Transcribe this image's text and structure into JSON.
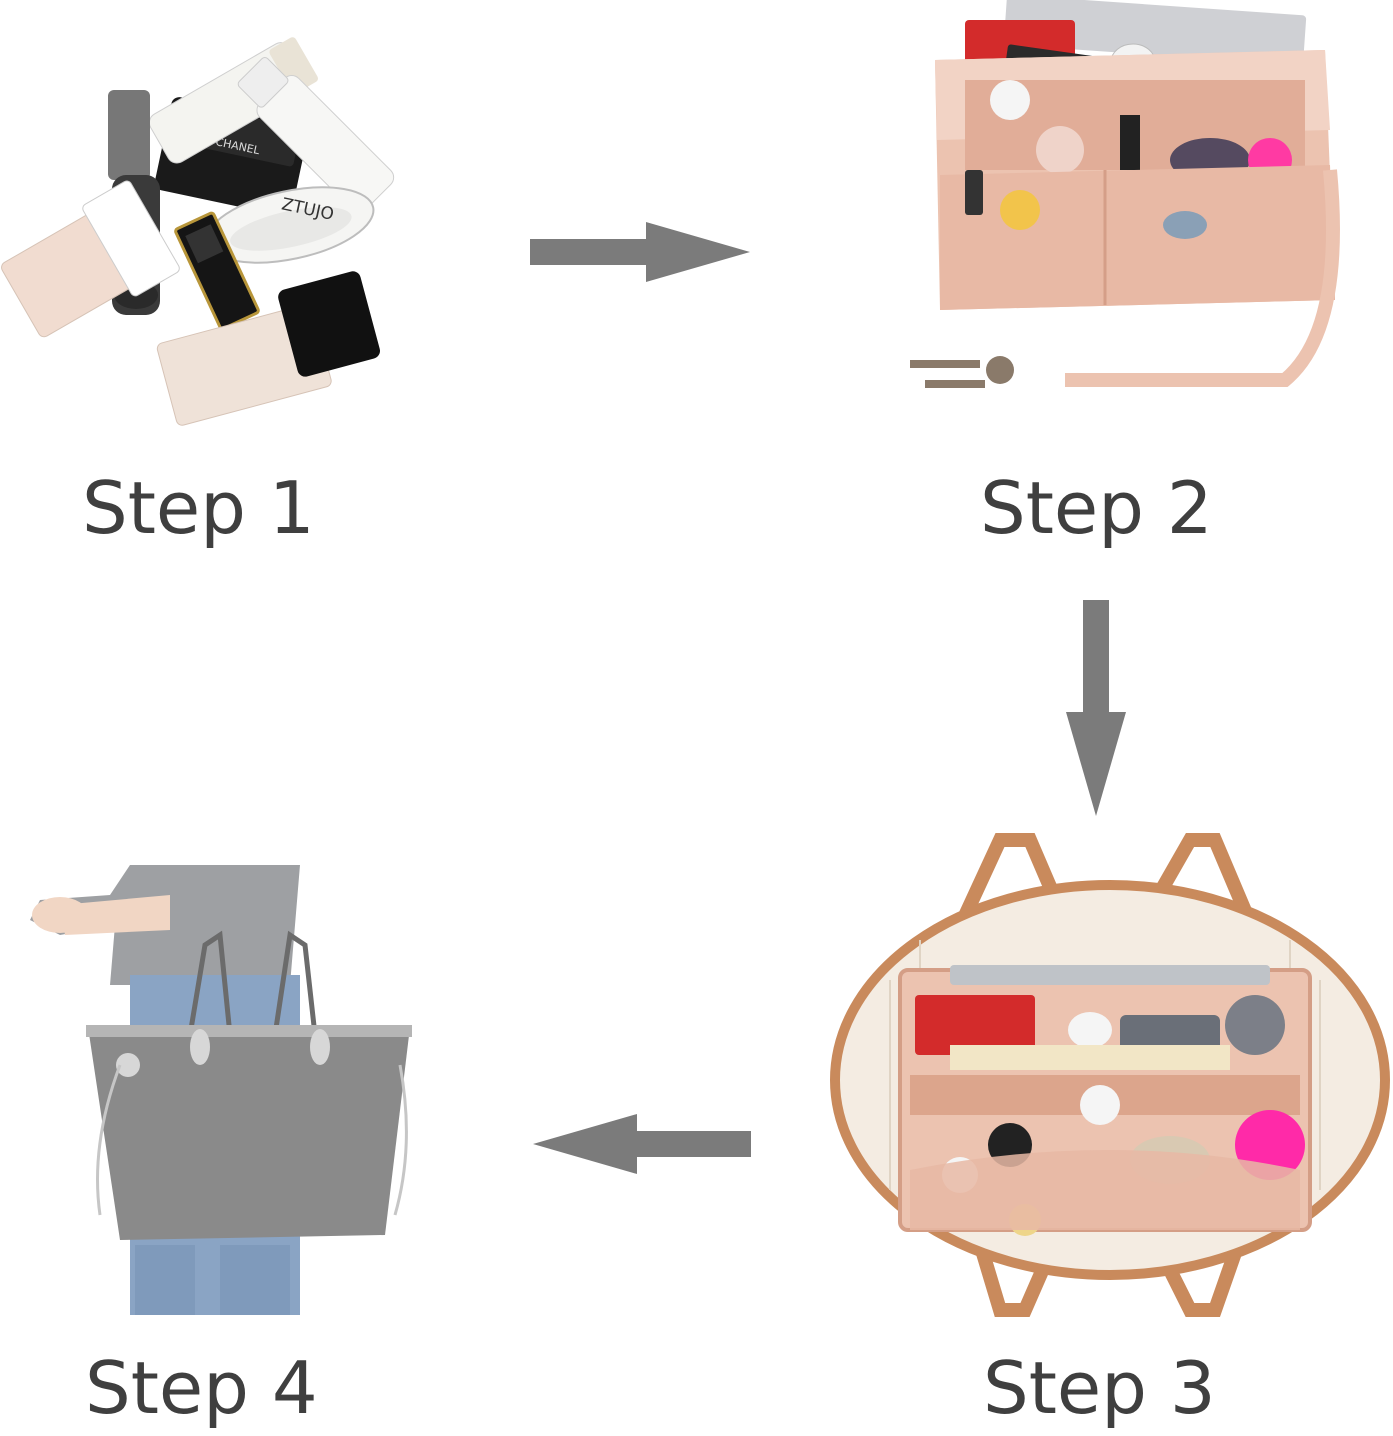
{
  "steps": [
    {
      "label": "Step 1"
    },
    {
      "label": "Step 2"
    },
    {
      "label": "Step 3"
    },
    {
      "label": "Step 4"
    }
  ],
  "brand_text": "ZTUJO",
  "product_text": "CHANEL",
  "colors": {
    "label": "#3f3f3f",
    "arrow": "#7b7b7b",
    "organizer_felt": "#ecc3b0",
    "leather_trim": "#c98a5c",
    "bag_gray": "#8a8a8a"
  }
}
